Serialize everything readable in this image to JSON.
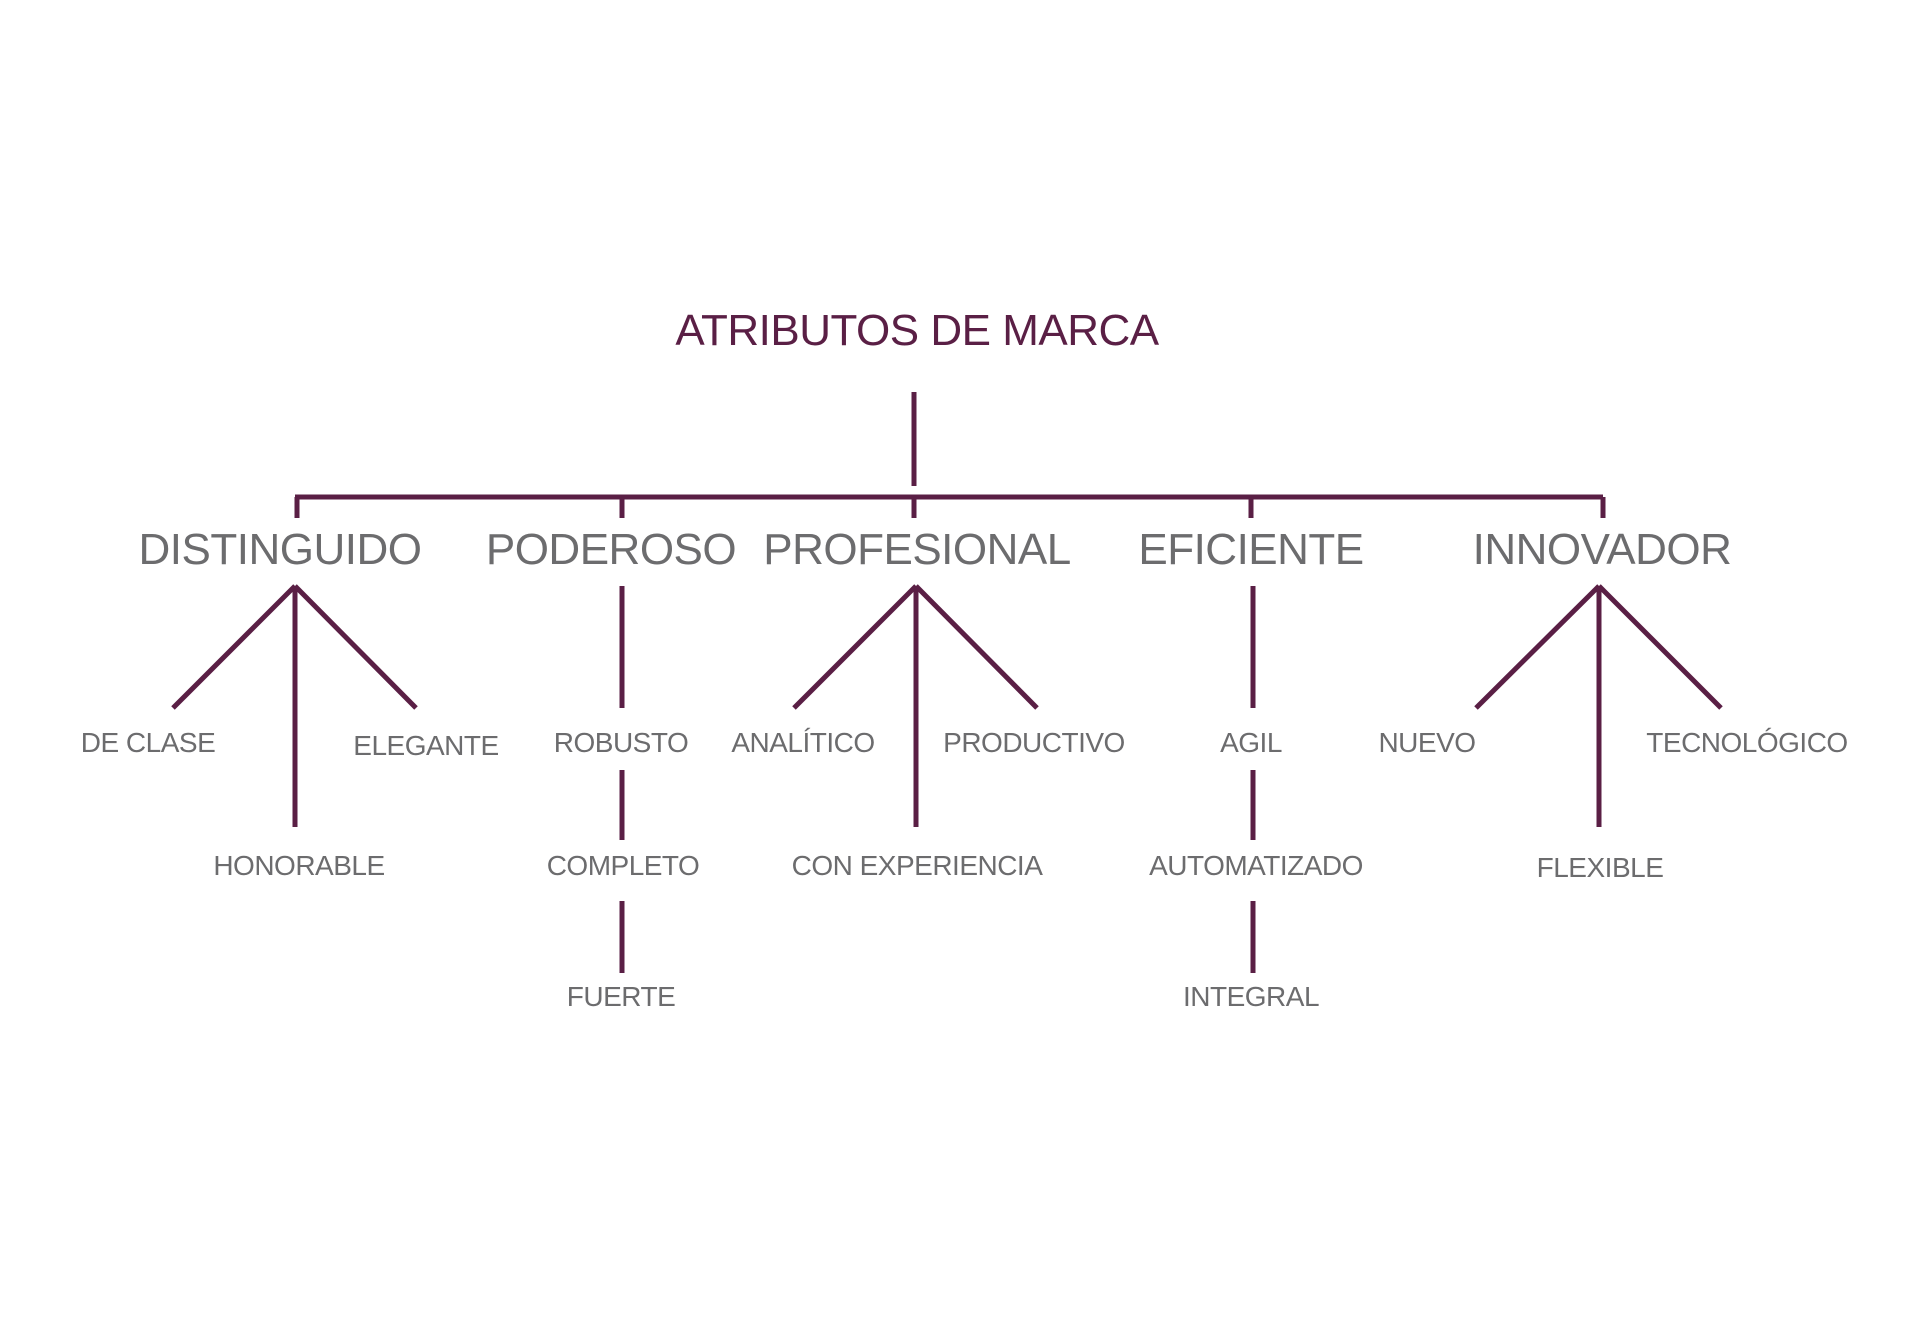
{
  "colors": {
    "accent": "#5a1f45",
    "text": "#6c6c6e",
    "background": "#ffffff"
  },
  "diagram": {
    "root": "ATRIBUTOS DE MARCA",
    "categories": [
      {
        "label": "DISTINGUIDO",
        "attributes": [
          "DE CLASE",
          "HONORABLE",
          "ELEGANTE"
        ]
      },
      {
        "label": "PODEROSO",
        "attributes": [
          "ROBUSTO",
          "COMPLETO",
          "FUERTE"
        ]
      },
      {
        "label": "PROFESIONAL",
        "attributes": [
          "ANALÍTICO",
          "CON EXPERIENCIA",
          "PRODUCTIVO"
        ]
      },
      {
        "label": "EFICIENTE",
        "attributes": [
          "AGIL",
          "AUTOMATIZADO",
          "INTEGRAL"
        ]
      },
      {
        "label": "INNOVADOR",
        "attributes": [
          "NUEVO",
          "FLEXIBLE",
          "TECNOLÓGICO"
        ]
      }
    ]
  }
}
